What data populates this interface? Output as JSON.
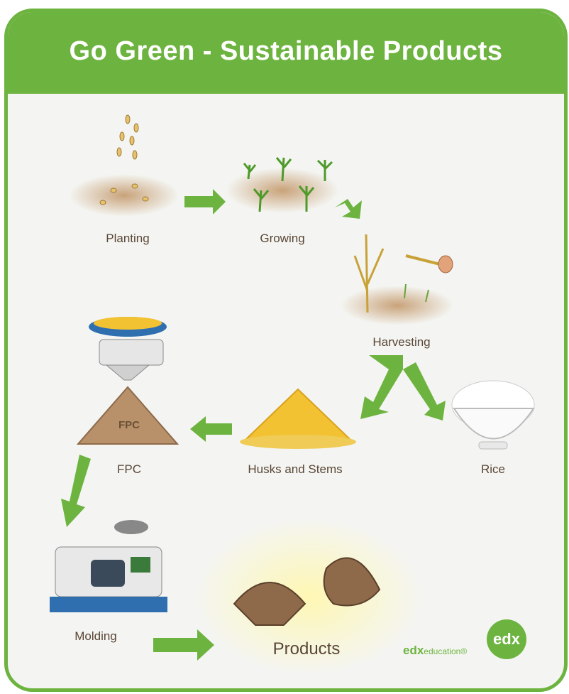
{
  "title": "Go Green - Sustainable Products",
  "steps": {
    "planting": "Planting",
    "growing": "Growing",
    "harvesting": "Harvesting",
    "husks": "Husks and Stems",
    "rice": "Rice",
    "fpc": "FPC",
    "molding": "Molding",
    "products": "Products"
  },
  "pile_text": "FPC",
  "logo": {
    "brand": "edx",
    "suffix": "education",
    "mark": "®",
    "badge": "edx"
  },
  "colors": {
    "green": "#6db33f",
    "soil": "#c9a37a",
    "husk": "#f2c233",
    "text": "#5a4636"
  }
}
